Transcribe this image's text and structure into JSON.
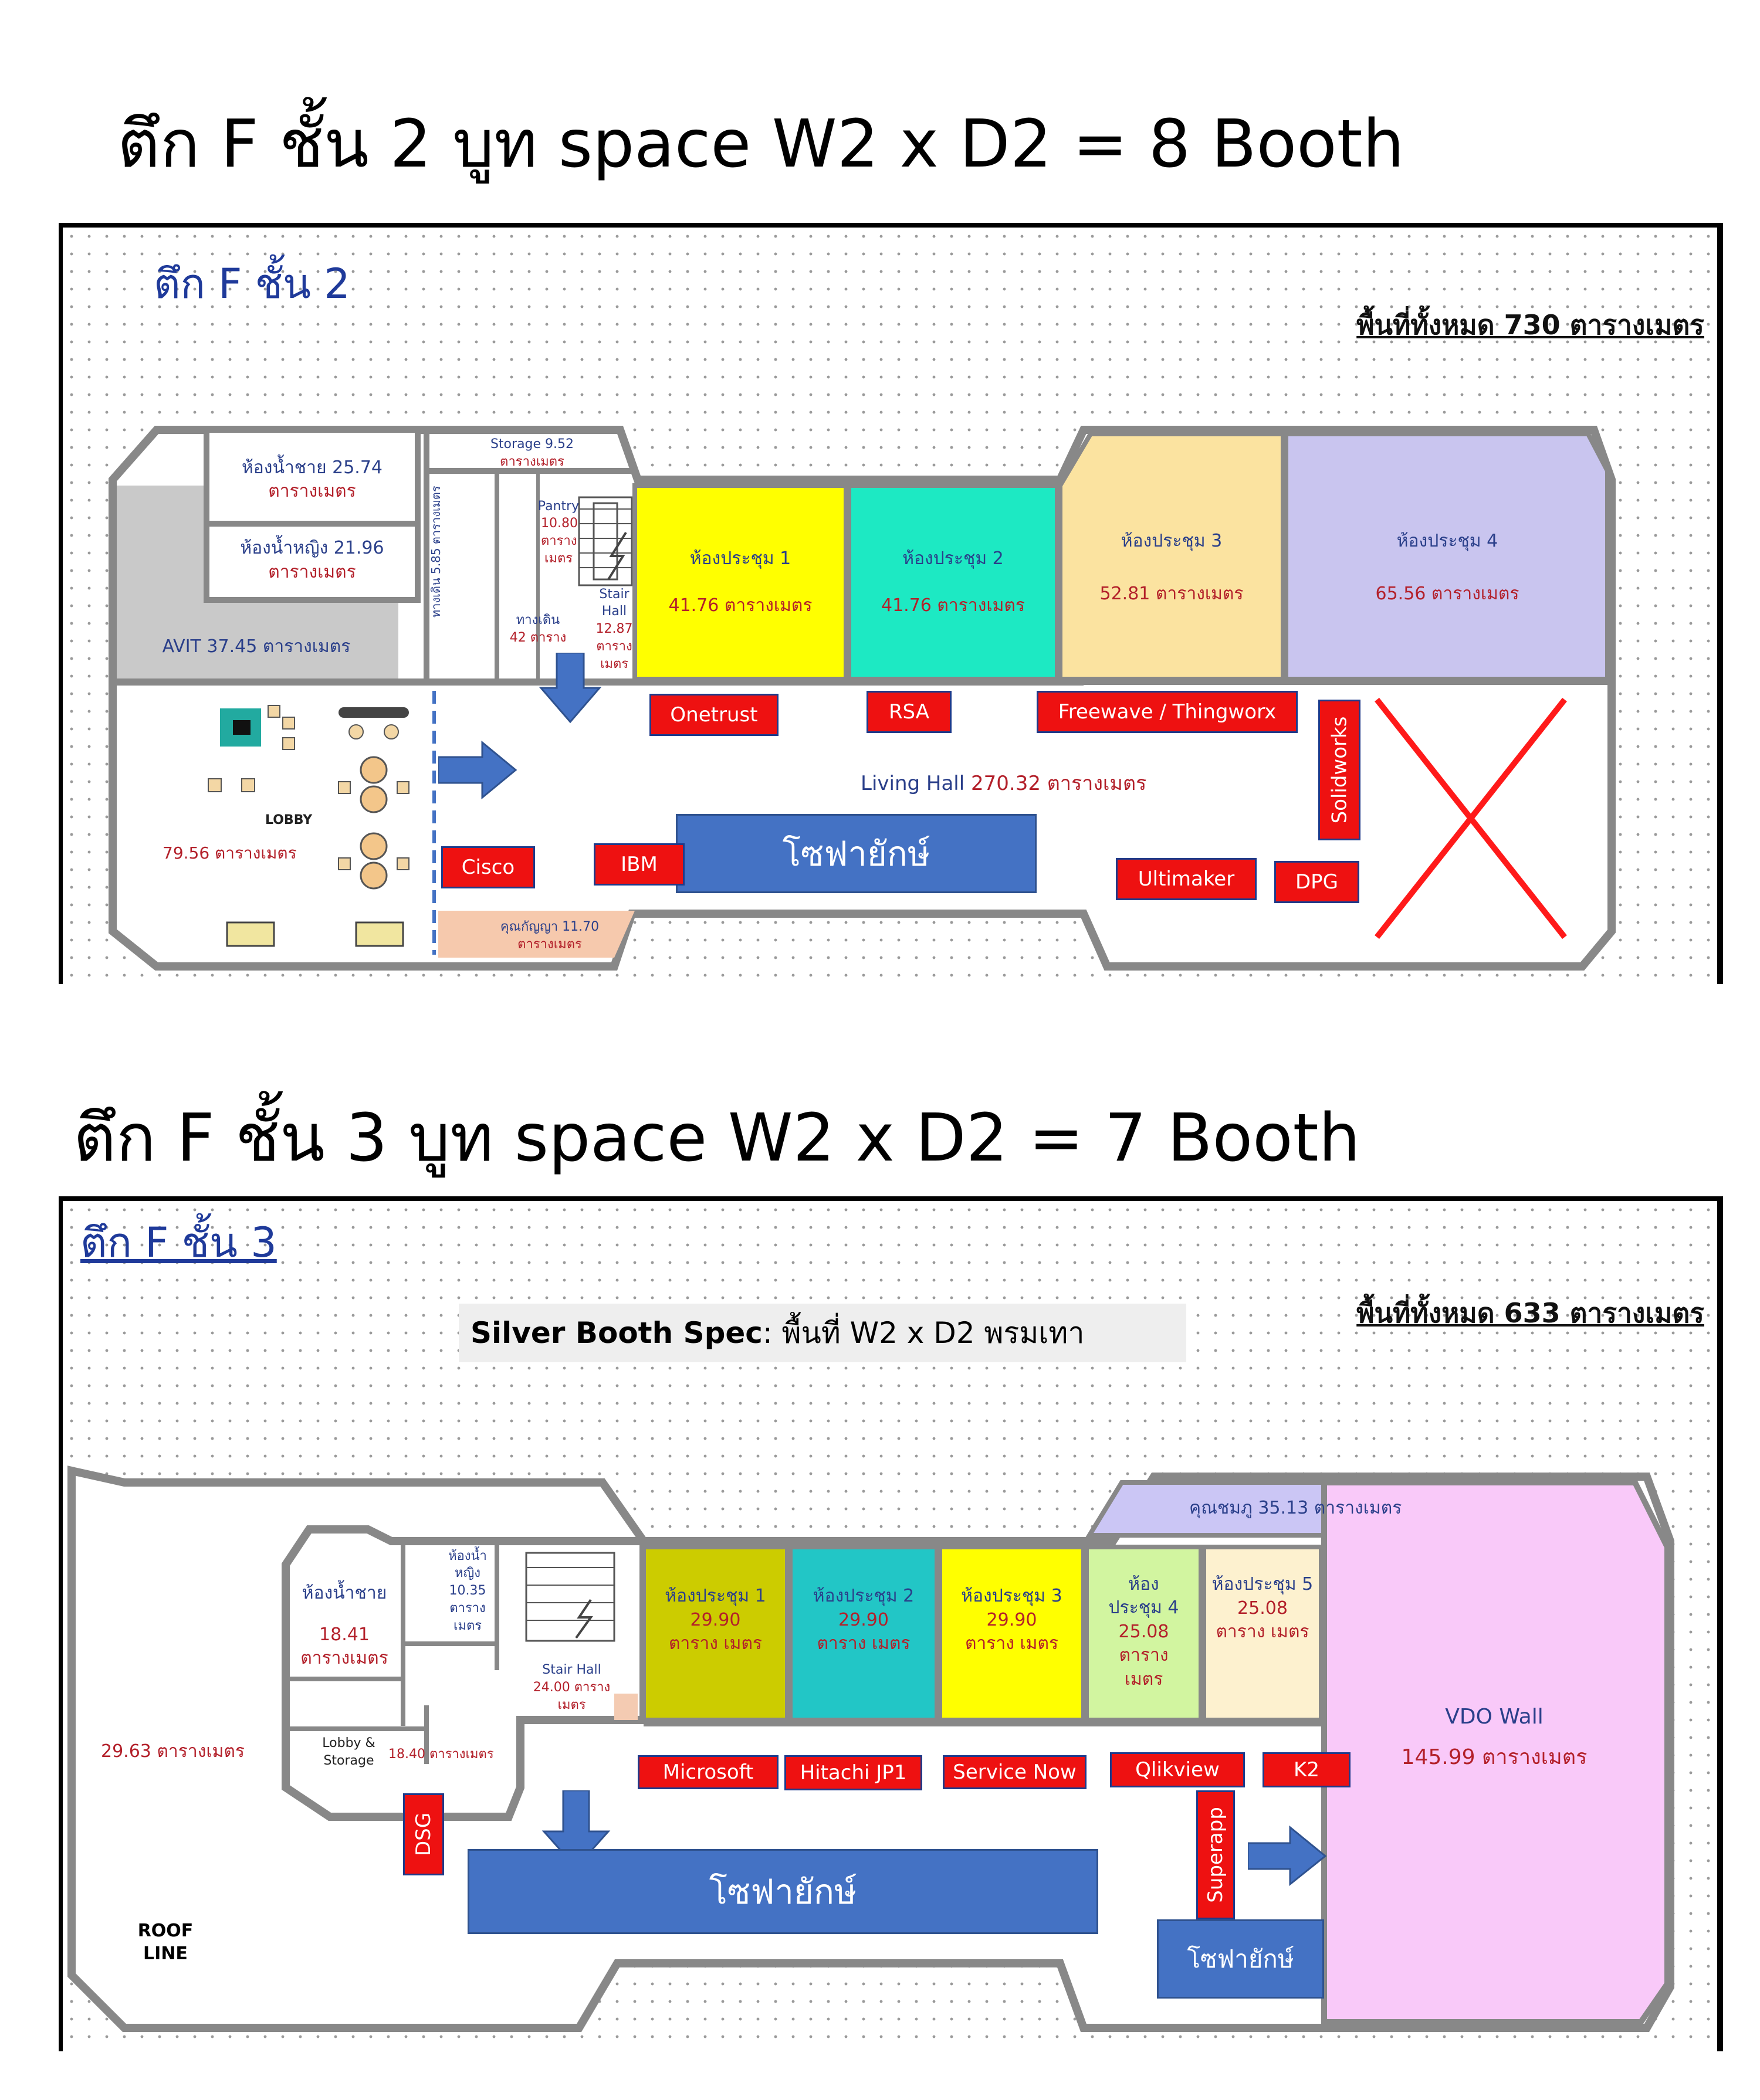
{
  "floor2": {
    "heading": "ตึก F ชั้น 2 บูท space W2 x D2 = 8 Booth",
    "panel_title": "ตึก F ชั้น 2",
    "total_area": "พื้นที่ทั้งหมด 730 ตารางเมตร",
    "rooms": {
      "men_restroom": {
        "name": "ห้องน้ำชาย 25.74",
        "area": "ตารางเมตร"
      },
      "women_restroom": {
        "name": "ห้องน้ำหญิง 21.96",
        "area": "ตารางเมตร"
      },
      "storage": {
        "name": "Storage 9.52",
        "area": "ตารางเมตร"
      },
      "avit": {
        "name": "AVIT 37.45 ตารางเมตร"
      },
      "pantry": {
        "name": "Pantry",
        "area": "10.80 ตาราง เมตร"
      },
      "walkway": {
        "name": "ทางเดิน 5.85 ตารางเมตร"
      },
      "stair_hall": {
        "name": "Stair Hall",
        "area": "12.87 ตาราง เมตร"
      },
      "walkway2": {
        "name": "ทางเดิน",
        "area": "42 ตาราง"
      },
      "meeting1": {
        "name": "ห้องประชุม 1",
        "area": "41.76 ตารางเมตร",
        "color": "#ffff00"
      },
      "meeting2": {
        "name": "ห้องประชุม 2",
        "area": "41.76 ตารางเมตร",
        "color": "#1de9c3"
      },
      "meeting3": {
        "name": "ห้องประชุม 3",
        "area": "52.81 ตารางเมตร",
        "color": "#fbe3a0"
      },
      "meeting4": {
        "name": "ห้องประชุม 4",
        "area": "65.56 ตารางเมตร",
        "color": "#c9c5ef"
      },
      "lobby": {
        "name": "LOBBY",
        "area": "79.56 ตารางเมตร"
      },
      "living_hall": {
        "name": "Living Hall",
        "area": "270.32 ตารางเมตร"
      },
      "khun_kanya": {
        "name": "คุณกัญญา 11.70",
        "area": "ตารางเมตร"
      }
    },
    "sofa": "โซฟายักษ์",
    "booths": [
      "Onetrust",
      "RSA",
      "Freewave / Thingworx",
      "Solidworks",
      "Cisco",
      "IBM",
      "Ultimaker",
      "DPG"
    ]
  },
  "floor3": {
    "heading": "ตึก F ชั้น 3 บูท space W2 x D2 = 7 Booth",
    "panel_title": "ตึก F ชั้น 3",
    "spec_label": "Silver  Booth Spec",
    "spec_value": " :   พื้นที่ W2 x D2 พรมเทา",
    "total_area": "พื้นที่ทั้งหมด 633 ตารางเมตร",
    "rooms": {
      "khun_chomphu": {
        "name": "คุณชมภู 35.13 ตารางเมตร",
        "color": "#cbc6f5"
      },
      "women_restroom": {
        "name": "ห้องน้ำ หญิง 10.35 ตาราง เมตร"
      },
      "men_restroom": {
        "name": "ห้องน้ำชาย",
        "area": "18.41 ตารางเมตร"
      },
      "lobby_storage": {
        "name": "Lobby & Storage",
        "area": "18.40 ตารางเมตร"
      },
      "left_area": {
        "area": "29.63 ตารางเมตร"
      },
      "stair_hall": {
        "name": "Stair Hall",
        "area": "24.00 ตาราง เมตร"
      },
      "meeting1": {
        "name": "ห้องประชุม 1",
        "area": "29.90 ตาราง เมตร",
        "color": "#cccc00"
      },
      "meeting2": {
        "name": "ห้องประชุม 2",
        "area": "29.90 ตาราง เมตร",
        "color": "#22c6c6"
      },
      "meeting3": {
        "name": "ห้องประชุม 3",
        "area": "29.90 ตาราง เมตร",
        "color": "#ffff00"
      },
      "meeting4": {
        "name": "ห้อง ประชุม 4",
        "area": "25.08 ตาราง เมตร",
        "color": "#d2f5a0"
      },
      "meeting5": {
        "name": "ห้องประชุม 5",
        "area": "25.08 ตาราง เมตร",
        "color": "#fdf1cf"
      },
      "vdo_wall": {
        "name": "VDO Wall",
        "area": "145.99 ตารางเมตร",
        "color": "#f9c9f9"
      },
      "roof_line": {
        "name": "ROOF LINE"
      }
    },
    "sofa_large": "โซฟายักษ์",
    "sofa_small": "โซฟายักษ์",
    "booths": [
      "Microsoft",
      "Hitachi JP1",
      "Service Now",
      "Qlikview",
      "K2",
      "DSG",
      "Superapp"
    ]
  }
}
